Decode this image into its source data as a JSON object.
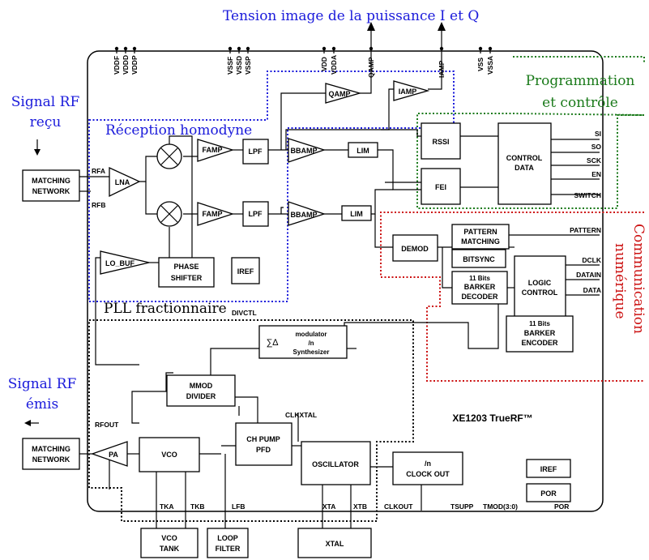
{
  "annotations": {
    "tension": "Tension image de la puissance I et Q",
    "signal_rf_recu_1": "Signal RF",
    "signal_rf_recu_2": "reçu",
    "reception": "Réception homodyne",
    "programmation_1": "Programmation",
    "programmation_2": "et contrôle",
    "communication_1": "Communication",
    "communication_2": "numérique",
    "pll": "PLL fractionnaire",
    "signal_rf_emis_1": "Signal RF",
    "signal_rf_emis_2": "émis"
  },
  "chip_name": "XE1203 TrueRF™",
  "blocks": {
    "matching_in_1": "MATCHING",
    "matching_in_2": "NETWORK",
    "matching_out_1": "MATCHING",
    "matching_out_2": "NETWORK",
    "lna": "LNA",
    "famp1": "FAMP",
    "famp2": "FAMP",
    "lpf1": "LPF",
    "lpf2": "LPF",
    "bbamp1": "BBAMP",
    "bbamp2": "BBAMP",
    "lim1": "LIM",
    "lim2": "LIM",
    "qamp": "QAMP",
    "iamp": "IAMP",
    "rssi": "RSSI",
    "fei": "FEI",
    "control_1": "CONTROL",
    "control_2": "DATA",
    "pattern_1": "PATTERN",
    "pattern_2": "MATCHING",
    "demod": "DEMOD",
    "bitsync": "BITSYNC",
    "logic_1": "LOGIC",
    "logic_2": "CONTROL",
    "barker_dec_1": "11 Bits",
    "barker_dec_2": "BARKER",
    "barker_dec_3": "DECODER",
    "barker_enc_1": "11 Bits",
    "barker_enc_2": "BARKER",
    "barker_enc_3": "ENCODER",
    "lo_buf": "LO_BUF",
    "phase_1": "PHASE",
    "phase_2": "SHIFTER",
    "iref": "IREF",
    "iref2": "IREF",
    "por": "POR",
    "sd_symbol": "∑∆",
    "sd_1": "modulator",
    "sd_2": "/n",
    "sd_3": "Synthesizer",
    "mmod_1": "MMOD",
    "mmod_2": "DIVIDER",
    "pa": "PA",
    "vco": "VCO",
    "chpump_1": "CH PUMP",
    "chpump_2": "PFD",
    "osc": "OSCILLATOR",
    "clock_1": "/n",
    "clock_2": "CLOCK OUT",
    "vco_tank_1": "VCO",
    "vco_tank_2": "TANK",
    "loop_1": "LOOP",
    "loop_2": "FILTER",
    "xtal": "XTAL"
  },
  "pins": {
    "top": [
      "VDDF",
      "VDDD",
      "VDDP",
      "VSSF",
      "VSSD",
      "VSSP",
      "VDD",
      "VDDA",
      "QAMP",
      "IAMP",
      "VSS",
      "VSSA"
    ],
    "rfa": "RFA",
    "rfb": "RFB",
    "rfout": "RFOUT",
    "si": "SI",
    "so": "SO",
    "sck": "SCK",
    "en": "EN",
    "switch": "SWITCH",
    "pattern": "PATTERN",
    "dclk": "DCLK",
    "datain": "DATAIN",
    "data": "DATA",
    "divctl": "DIVCTL",
    "clkxtal": "CLKXTAL",
    "tka": "TKA",
    "tkb": "TKB",
    "lfb": "LFB",
    "xta": "XTA",
    "xtb": "XTB",
    "clkout": "CLKOUT",
    "tsupp": "TSUPP",
    "tmod": "TMOD(3:0)",
    "por": "POR"
  }
}
